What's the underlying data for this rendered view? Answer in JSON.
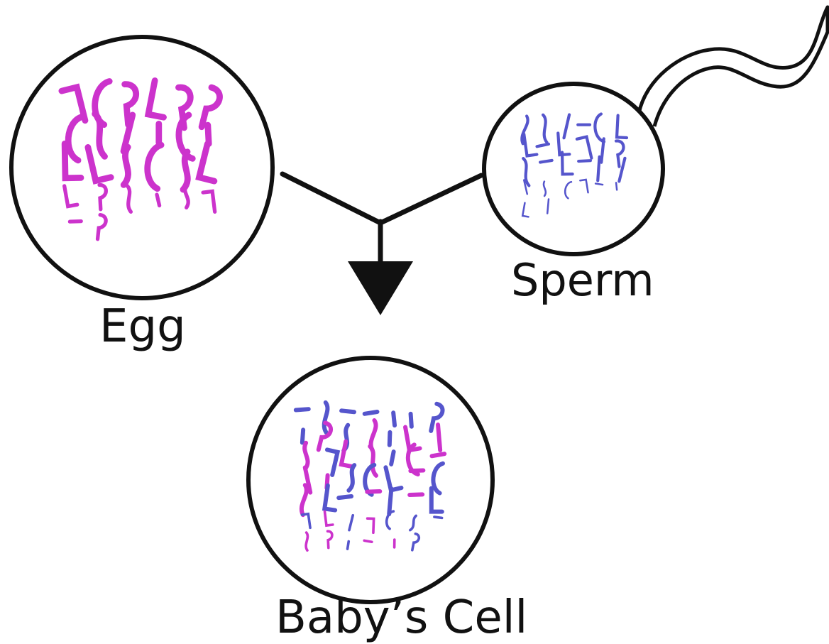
{
  "labels": {
    "egg": "Egg",
    "sperm": "Sperm",
    "baby": "Baby’s Cell"
  },
  "colors": {
    "egg_chromosomes": "#cc33cc",
    "sperm_chromosomes": "#5555cc",
    "outline": "#111111",
    "background": "#ffffff"
  }
}
